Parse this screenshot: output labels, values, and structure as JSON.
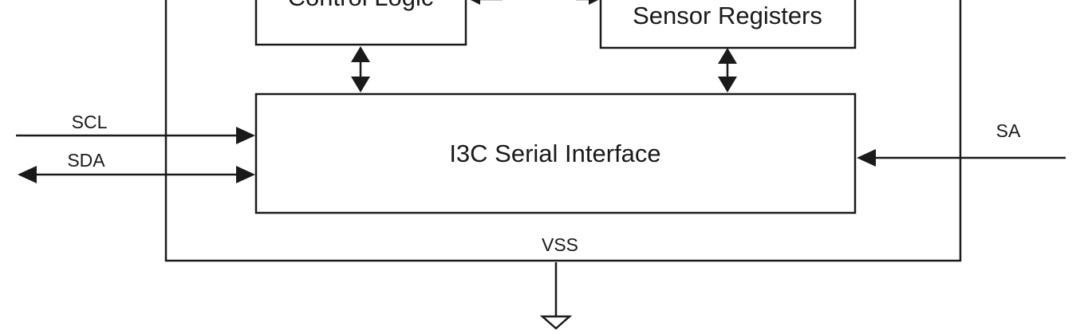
{
  "blocks": {
    "control_logic": "Control Logic",
    "sensor_registers": "Sensor Registers",
    "serial_interface": "I3C Serial Interface"
  },
  "signals": {
    "scl": "SCL",
    "sda": "SDA",
    "sa": "SA",
    "vss": "VSS"
  }
}
